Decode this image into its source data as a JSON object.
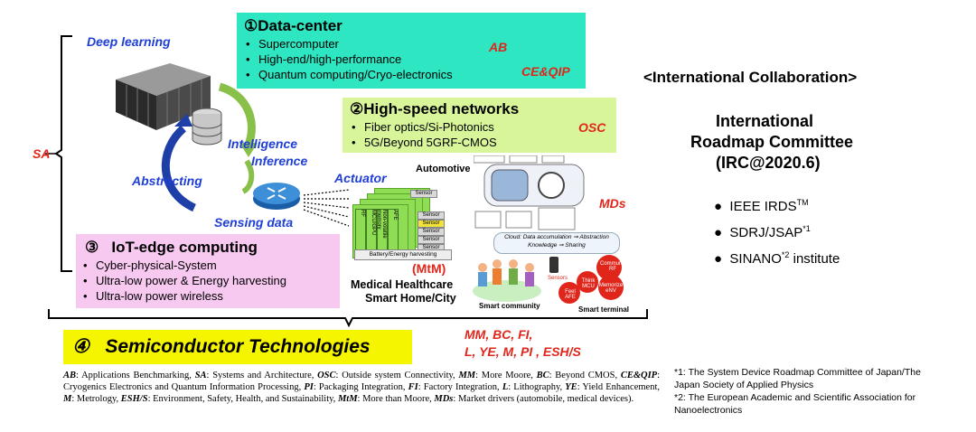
{
  "left_brace_label": "SA",
  "deep_learning": "Deep learning",
  "server_label": "###  ###",
  "intelligence": "Intelligence",
  "inference": "Inference",
  "abstracting": "Abstracting",
  "sensing_data": "Sensing data",
  "actuator": "Actuator",
  "automotive": "Automotive",
  "mds": "MDs",
  "mtm": "(MtM)",
  "medical": "Medical Healthcare",
  "smart_home": "Smart Home/City",
  "smart_community": "Smart community",
  "smart_terminal": "Smart terminal",
  "cloud_text_1": "Cloud: Data accumulation ⇒ Abstraction",
  "cloud_text_2": "Knowledge ⇒ Sharing",
  "terminal_labels": [
    "Communicate RF",
    "Think MCU",
    "Memorize eNV",
    "Feel AFE",
    "Sensors"
  ],
  "sensor_cards": [
    "RF",
    "MCU/GPU",
    "Non-volatile memory",
    "AFE"
  ],
  "sensor_rows": [
    "Sensor",
    "Sensor",
    "Sensor",
    "Sensor",
    "Sensor",
    "Sensor"
  ],
  "battery": "Battery/Energy harvesting",
  "datacenter": {
    "title": "①Data-center",
    "items": [
      "Supercomputer",
      "High-end/high-performance",
      "Quantum computing/Cryo-electronics"
    ],
    "tag1": "AB",
    "tag2": "CE&QIP"
  },
  "networks": {
    "title": "②High-speed networks",
    "items": [
      "Fiber optics/Si-Photonics",
      "5G/Beyond 5GRF-CMOS"
    ],
    "tag": "OSC"
  },
  "iot": {
    "title": "③   IoT-edge computing",
    "items": [
      "Cyber-physical-System",
      "Ultra-low power & Energy harvesting",
      "Ultra-low power wireless"
    ]
  },
  "semiconductor": {
    "title": "④   Semiconductor Technologies",
    "tags_line1": "MM, BC, FI,",
    "tags_line2": "L, YE, M, PI , ESH/S"
  },
  "right": {
    "collab": "<International Collaboration>",
    "irc_line1": "International",
    "irc_line2": "Roadmap Committee",
    "irc_line3": "(IRC@2020.6)",
    "orgs": [
      {
        "name": "IEEE IRDS",
        "sup": "TM"
      },
      {
        "name": "SDRJ/JSAP",
        "sup": "*1"
      },
      {
        "name": "SINANO",
        "sup": "*2",
        "rest": " institute"
      }
    ],
    "fn1": "*1: The System Device Roadmap Committee of Japan/The Japan Society of Applied Physics",
    "fn2": "*2: The European Academic and Scientific Association for Nanoelectronics"
  },
  "footnote": [
    {
      "abbr": "AB",
      "text": ": Applications Benchmarking, "
    },
    {
      "abbr": "SA",
      "text": ": Systems and Architecture, "
    },
    {
      "abbr": "OSC",
      "text": ": Outside system Connectivity, "
    },
    {
      "abbr": "MM",
      "text": ": More Moore, "
    },
    {
      "abbr": "BC",
      "text": ": Beyond CMOS, "
    },
    {
      "abbr": "CE&QIP",
      "text": ": Cryogenics Electronics and Quantum Information Processing, "
    },
    {
      "abbr": "PI",
      "text": ": Packaging Integration, "
    },
    {
      "abbr": "FI",
      "text": ": Factory Integration, "
    },
    {
      "abbr": "L",
      "text": ": Lithography, "
    },
    {
      "abbr": "YE",
      "text": ": Yield Enhancement, "
    },
    {
      "abbr": "M",
      "text": ": Metrology, "
    },
    {
      "abbr": "ESH/S",
      "text": ": Environment, Safety, Health, and Sustainability, "
    },
    {
      "abbr": "MtM",
      "text": ": More than Moore, "
    },
    {
      "abbr": "MDs",
      "text": ": Market drivers (automobile, medical devices)."
    }
  ],
  "colors": {
    "datacenter_bg": "#2ee6c2",
    "networks_bg": "#d8f59a",
    "iot_bg": "#f7c8f0",
    "semiconductor_bg": "#f5f500",
    "accent_red": "#e0261b",
    "accent_blue": "#1f3fd6"
  }
}
